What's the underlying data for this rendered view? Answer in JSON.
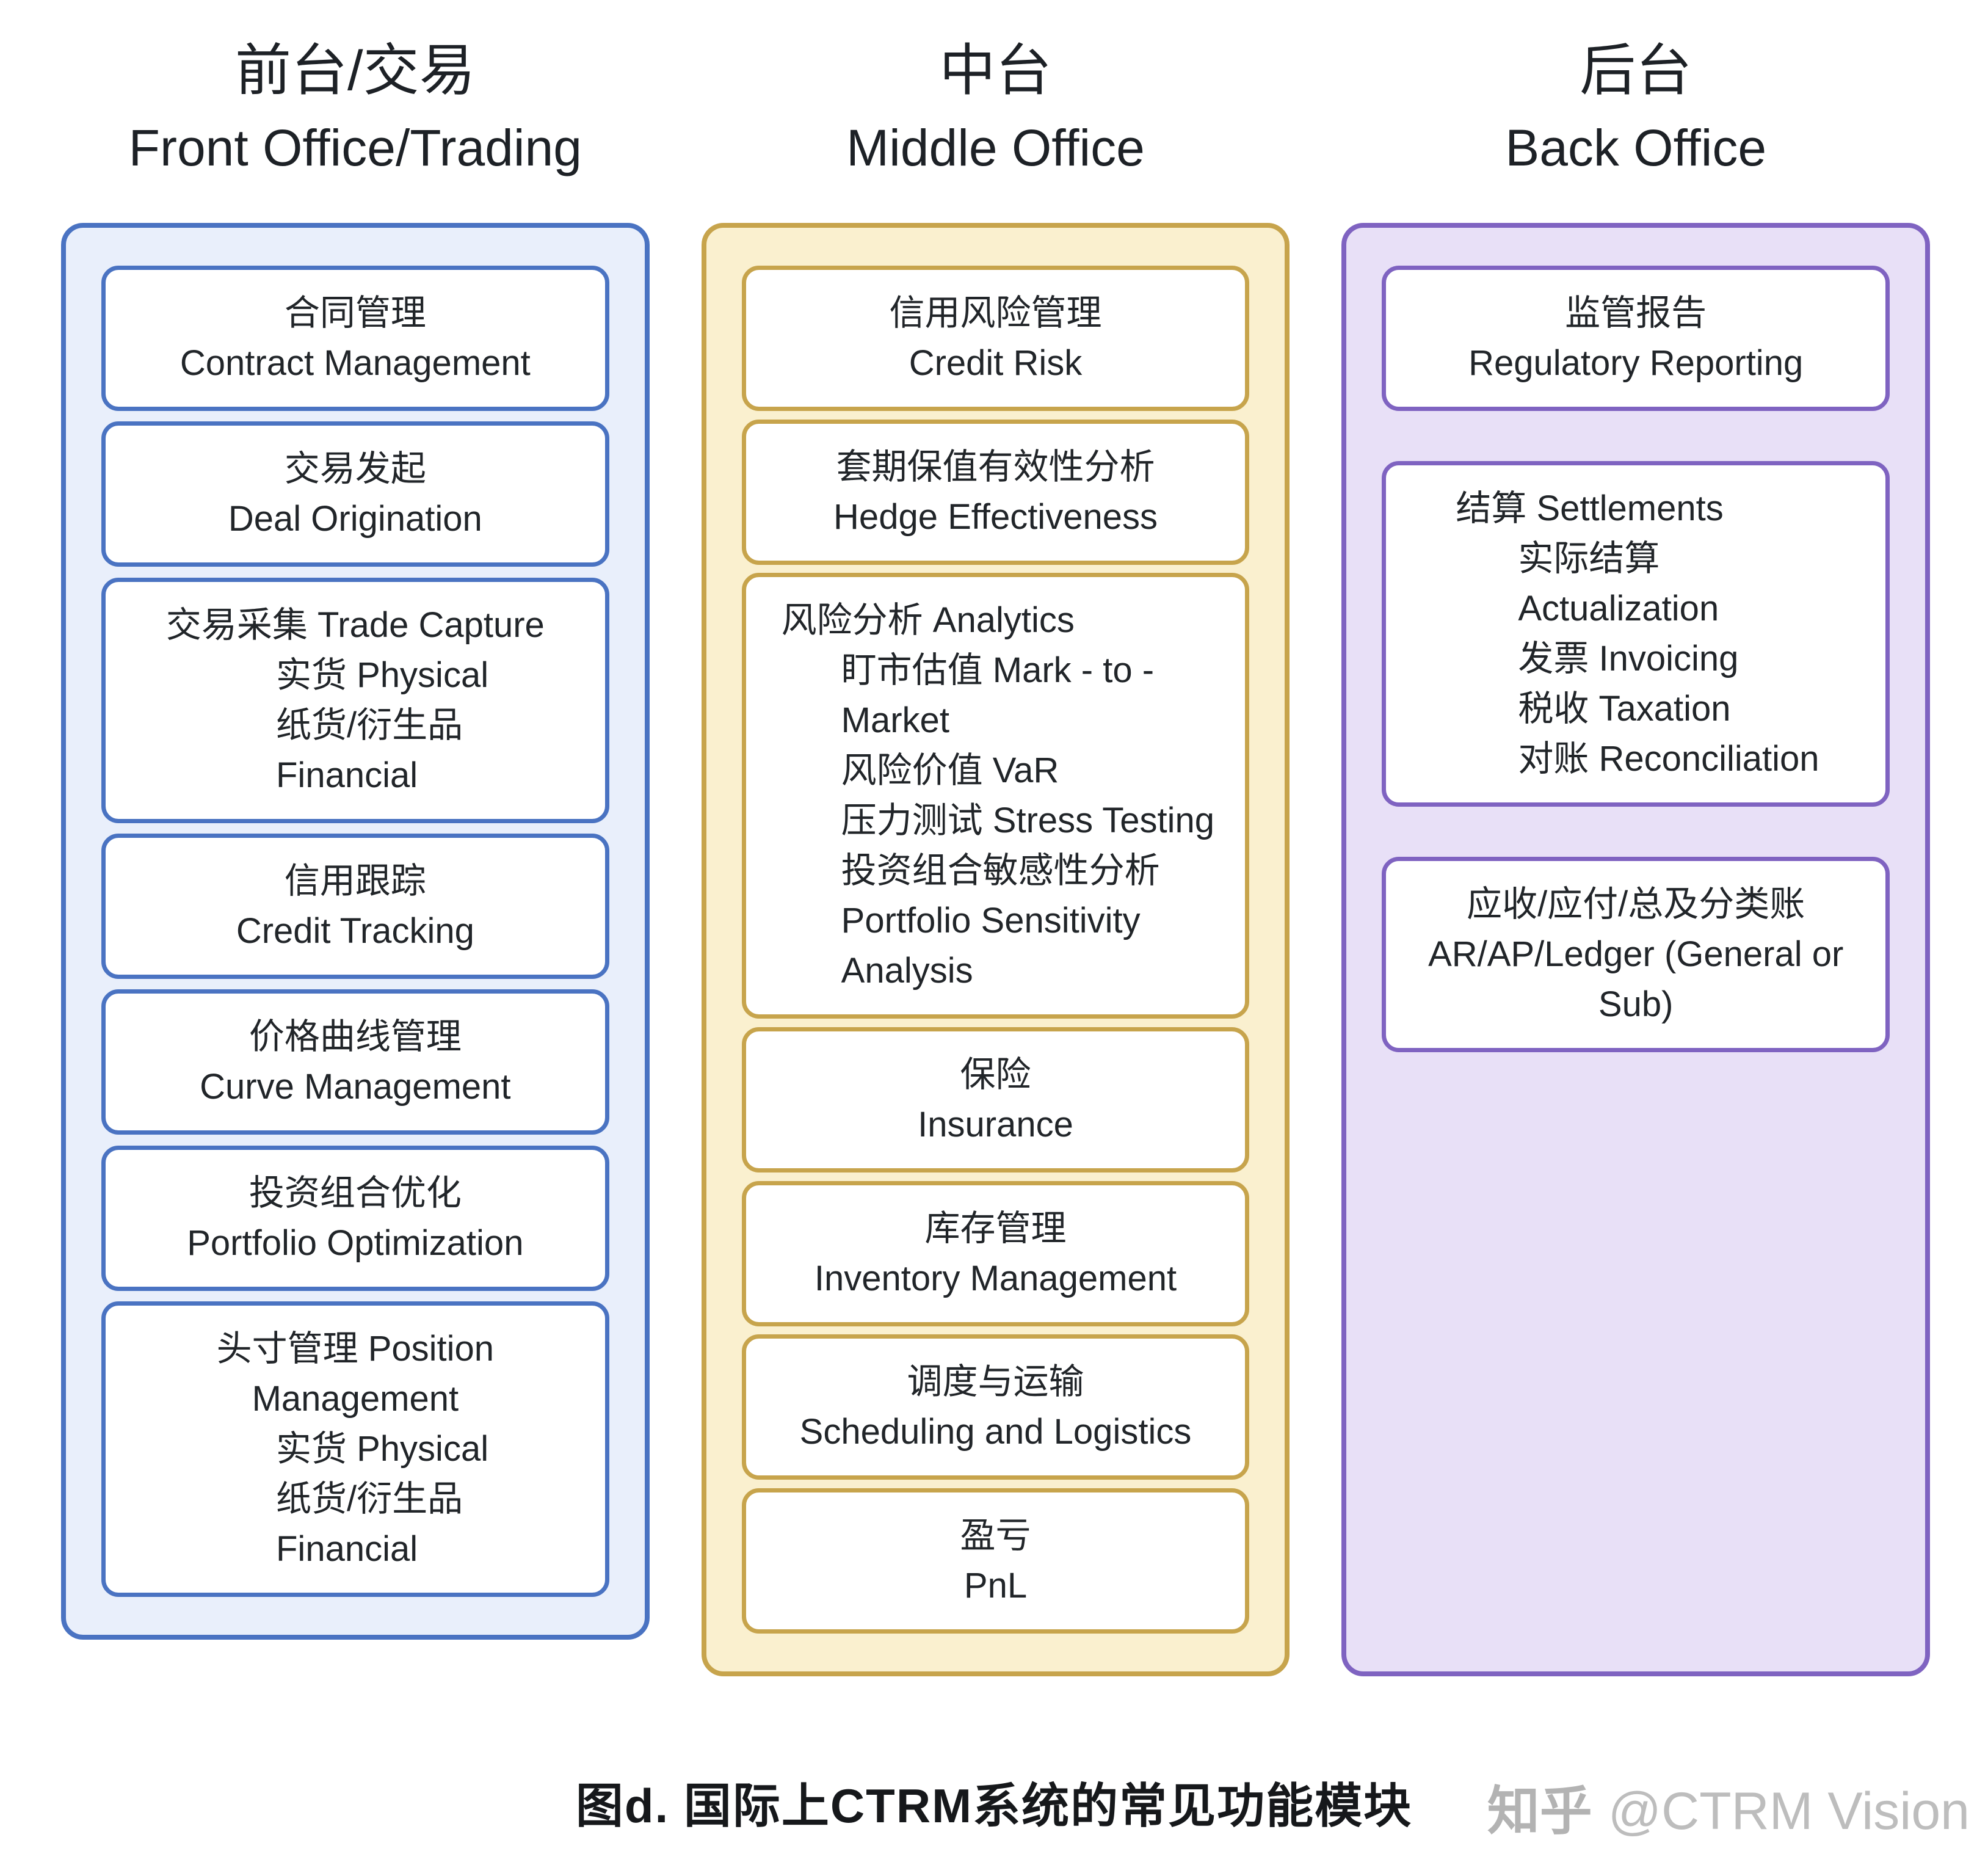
{
  "columns": [
    {
      "title_zh": "前台/交易",
      "title_en": "Front Office/Trading",
      "accent": "#4a73c2",
      "fill": "#e9effb",
      "boxes": [
        {
          "lines": [
            {
              "t": "合同管理",
              "a": "c"
            },
            {
              "t": "Contract Management",
              "a": "c"
            }
          ]
        },
        {
          "lines": [
            {
              "t": "交易发起",
              "a": "c"
            },
            {
              "t": "Deal Origination",
              "a": "c"
            }
          ]
        },
        {
          "lines": [
            {
              "t": "交易采集 Trade Capture",
              "a": "c"
            },
            {
              "t": "实货 Physical",
              "a": "k"
            },
            {
              "t": "纸货/衍生品 Financial",
              "a": "k"
            }
          ]
        },
        {
          "lines": [
            {
              "t": "信用跟踪",
              "a": "c"
            },
            {
              "t": "Credit Tracking",
              "a": "c"
            }
          ]
        },
        {
          "lines": [
            {
              "t": "价格曲线管理",
              "a": "c"
            },
            {
              "t": "Curve Management",
              "a": "c"
            }
          ]
        },
        {
          "lines": [
            {
              "t": "投资组合优化",
              "a": "c"
            },
            {
              "t": "Portfolio Optimization",
              "a": "c"
            }
          ]
        },
        {
          "lines": [
            {
              "t": "头寸管理 Position Management",
              "a": "c"
            },
            {
              "t": "实货 Physical",
              "a": "k"
            },
            {
              "t": "纸货/衍生品 Financial",
              "a": "k"
            }
          ]
        }
      ]
    },
    {
      "title_zh": "中台",
      "title_en": "Middle Office",
      "accent": "#c7a44c",
      "fill": "#faf0cf",
      "boxes": [
        {
          "lines": [
            {
              "t": "信用风险管理",
              "a": "c"
            },
            {
              "t": "Credit Risk",
              "a": "c"
            }
          ]
        },
        {
          "lines": [
            {
              "t": "套期保值有效性分析",
              "a": "c"
            },
            {
              "t": "Hedge Effectiveness",
              "a": "c"
            }
          ]
        },
        {
          "lines": [
            {
              "t": "风险分析 Analytics",
              "a": "l"
            },
            {
              "t": "盯市估值 Mark - to - Market",
              "a": "i"
            },
            {
              "t": "风险价值 VaR",
              "a": "i"
            },
            {
              "t": "压力测试 Stress Testing",
              "a": "i"
            },
            {
              "t": "投资组合敏感性分析",
              "a": "i"
            },
            {
              "t": "Portfolio Sensitivity Analysis",
              "a": "i"
            }
          ]
        },
        {
          "lines": [
            {
              "t": "保险",
              "a": "c"
            },
            {
              "t": "Insurance",
              "a": "c"
            }
          ]
        },
        {
          "lines": [
            {
              "t": "库存管理",
              "a": "c"
            },
            {
              "t": "Inventory Management",
              "a": "c"
            }
          ]
        },
        {
          "lines": [
            {
              "t": "调度与运输",
              "a": "c"
            },
            {
              "t": "Scheduling and Logistics",
              "a": "c"
            }
          ]
        },
        {
          "lines": [
            {
              "t": "盈亏",
              "a": "c"
            },
            {
              "t": "PnL",
              "a": "c"
            }
          ]
        }
      ]
    },
    {
      "title_zh": "后台",
      "title_en": "Back Office",
      "accent": "#7f63c1",
      "fill": "#e8e0f7",
      "boxes": [
        {
          "lines": [
            {
              "t": "监管报告",
              "a": "c"
            },
            {
              "t": "Regulatory Reporting",
              "a": "c"
            }
          ]
        },
        {
          "lines": [
            {
              "t": "结算 Settlements",
              "a": "m"
            },
            {
              "t": "实际结算  Actualization",
              "a": "j"
            },
            {
              "t": "发票 Invoicing",
              "a": "j"
            },
            {
              "t": "税收 Taxation",
              "a": "j"
            },
            {
              "t": "对账 Reconciliation",
              "a": "j"
            }
          ]
        },
        {
          "lines": [
            {
              "t": "应收/应付/总及分类账",
              "a": "c"
            },
            {
              "t": "AR/AP/Ledger (General or Sub)",
              "a": "c"
            }
          ]
        }
      ]
    }
  ],
  "caption": "图d. 国际上CTRM系统的常见功能模块",
  "watermark": {
    "logo": "知乎",
    "handle": "@CTRM Vision"
  }
}
